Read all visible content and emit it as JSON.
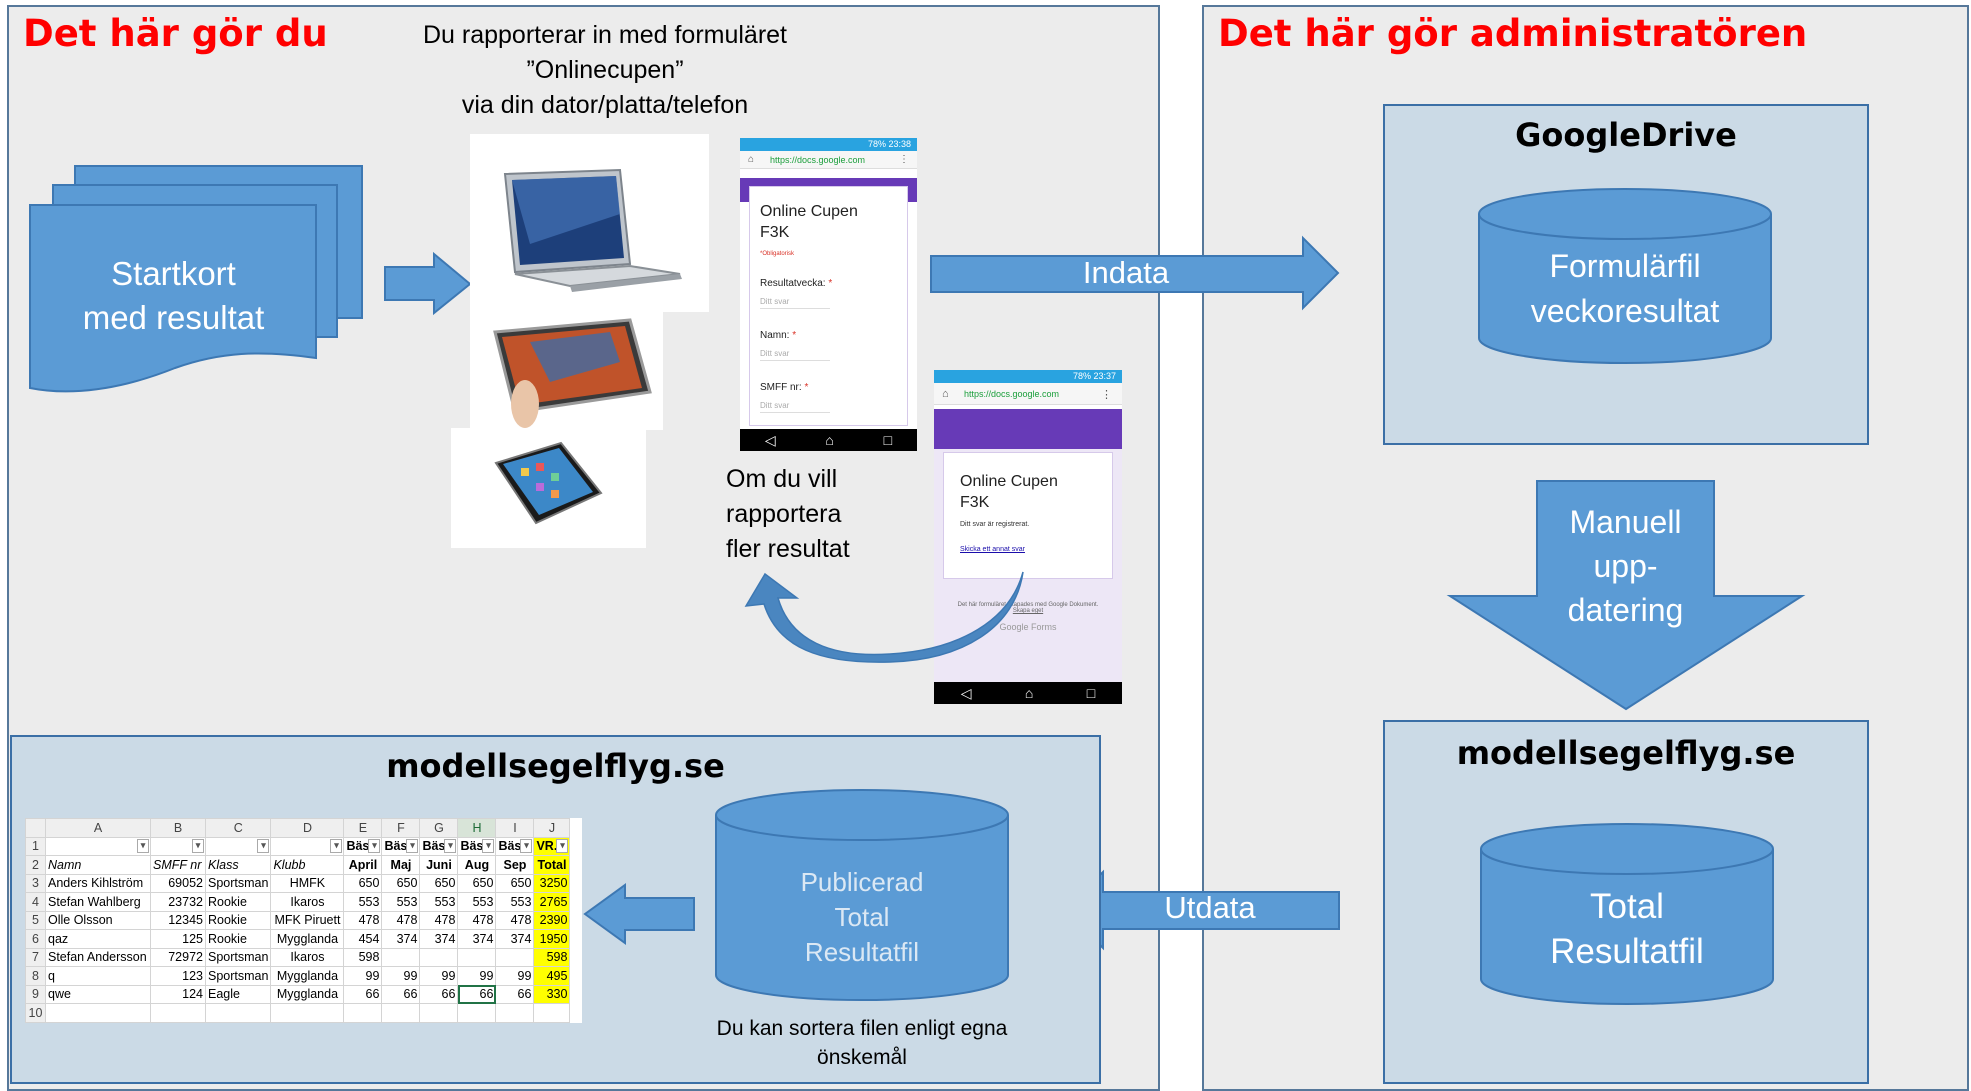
{
  "left_panel": {
    "heading": "Det här gör du",
    "intro_lines": [
      "Du rapporterar in med formuläret",
      "”Onlinecupen”",
      "via din dator/platta/telefon"
    ],
    "startkort_lines": [
      "Startkort",
      "med resultat"
    ],
    "devices": [
      "laptop",
      "tablet",
      "smartphone"
    ],
    "phone1": {
      "status_time": "23:38",
      "battery": "78%",
      "url": "https://docs.google.com",
      "form_title_lines": [
        "Online Cupen",
        "F3K"
      ],
      "required_note": "*Obligatorisk",
      "fields": [
        {
          "label": "Resultatvecka:",
          "placeholder": "Ditt svar"
        },
        {
          "label": "Namn:",
          "placeholder": "Ditt svar"
        },
        {
          "label": "SMFF nr:",
          "placeholder": "Ditt svar"
        }
      ]
    },
    "phone2": {
      "status_time": "23:37",
      "battery": "78%",
      "url": "https://docs.google.com",
      "form_title_lines": [
        "Online Cupen",
        "F3K"
      ],
      "confirmation": "Ditt svar är registrerat.",
      "another_link": "Skicka ett annat svar",
      "footer_line": "Det här formuläret skapades med Google Dokument.",
      "footer_link": "Skapa eget",
      "brand": "Google Forms"
    },
    "more_results_lines": [
      "Om du vill",
      "rapportera",
      "fler resultat"
    ]
  },
  "right_panel": {
    "heading": "Det här gör administratören",
    "googledrive": {
      "title": "GoogleDrive",
      "db_lines": [
        "Formulärfil",
        "veckoresultat"
      ]
    },
    "manual_update_lines": [
      "Manuell",
      "upp-",
      "datering"
    ],
    "site_box": {
      "title": "modellsegelflyg.se",
      "db_lines": [
        "Total",
        "Resultatfil"
      ]
    }
  },
  "arrows": {
    "indata": "Indata",
    "utdata": "Utdata"
  },
  "bottom_panel": {
    "title": "modellsegelflyg.se",
    "db_lines": [
      "Publicerad",
      "Total",
      "Resultatfil"
    ],
    "sort_note_lines": [
      "Du kan sortera filen enligt egna",
      "önskemål"
    ]
  },
  "spreadsheet": {
    "columns": [
      "A",
      "B",
      "C",
      "D",
      "E",
      "F",
      "G",
      "H",
      "I",
      "J"
    ],
    "row1": [
      "",
      "",
      "",
      "",
      "Bäs",
      "Bäs",
      "Bäs",
      "Bäs",
      "Bäs",
      "VR."
    ],
    "row2": [
      "Namn",
      "SMFF nr",
      "Klass",
      "Klubb",
      "April",
      "Maj",
      "Juni",
      "Aug",
      "Sep",
      "Total"
    ],
    "rows": [
      [
        "Anders Kihlström",
        "69052",
        "Sportsman",
        "HMFK",
        "650",
        "650",
        "650",
        "650",
        "650",
        "3250"
      ],
      [
        "Stefan Wahlberg",
        "23732",
        "Rookie",
        "Ikaros",
        "553",
        "553",
        "553",
        "553",
        "553",
        "2765"
      ],
      [
        "Olle Olsson",
        "12345",
        "Rookie",
        "MFK Piruett",
        "478",
        "478",
        "478",
        "478",
        "478",
        "2390"
      ],
      [
        "qaz",
        "125",
        "Rookie",
        "Mygglanda",
        "454",
        "374",
        "374",
        "374",
        "374",
        "1950"
      ],
      [
        "Stefan Andersson",
        "72972",
        "Sportsman",
        "Ikaros",
        "598",
        "",
        "",
        "",
        "",
        "598"
      ],
      [
        "q",
        "123",
        "Sportsman",
        "Mygglanda",
        "99",
        "99",
        "99",
        "99",
        "99",
        "495"
      ],
      [
        "qwe",
        "124",
        "Eagle",
        "Mygglanda",
        "66",
        "66",
        "66",
        "66",
        "66",
        "330"
      ]
    ],
    "row_numbers": [
      "1",
      "2",
      "3",
      "4",
      "5",
      "6",
      "7",
      "8",
      "9",
      "10"
    ]
  },
  "colors": {
    "accent_blue": "#5b9bd5",
    "box_fill": "#cbdae6",
    "panel": "#ececec",
    "heading_red": "#ff0000"
  }
}
